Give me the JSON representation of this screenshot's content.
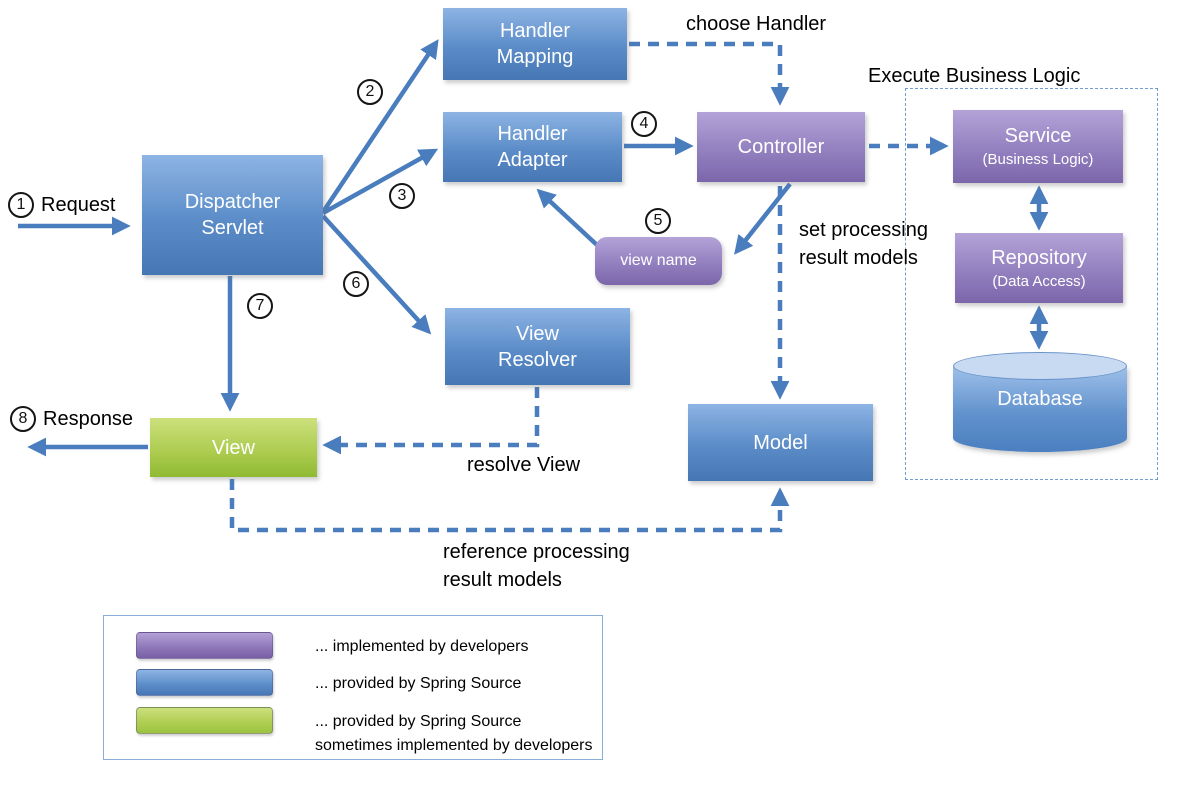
{
  "nodes": {
    "dispatcher_servlet": {
      "label": "Dispatcher\nServlet"
    },
    "handler_mapping": {
      "label": "Handler\nMapping"
    },
    "handler_adapter": {
      "label": "Handler\nAdapter"
    },
    "controller": {
      "label": "Controller"
    },
    "view_name": {
      "label": "view name"
    },
    "view_resolver": {
      "label": "View\nResolver"
    },
    "model": {
      "label": "Model"
    },
    "view": {
      "label": "View"
    },
    "service": {
      "title": "Service",
      "subtitle": "(Business Logic)"
    },
    "repository": {
      "title": "Repository",
      "subtitle": "(Data Access)"
    },
    "database": {
      "label": "Database"
    }
  },
  "annotations": {
    "choose_handler": "choose Handler",
    "execute_business_logic": "Execute Business Logic",
    "set_processing_result_models": "set processing\nresult models",
    "resolve_view": "resolve View",
    "reference_processing_result_models": "reference processing\nresult models"
  },
  "io": {
    "request": {
      "step": "1",
      "label": "Request"
    },
    "response": {
      "step": "8",
      "label": "Response"
    }
  },
  "steps": {
    "s2": "2",
    "s3": "3",
    "s4": "4",
    "s5": "5",
    "s6": "6",
    "s7": "7"
  },
  "legend": {
    "items": [
      {
        "swatch_color": "#8d76b8",
        "label": "... implemented by developers"
      },
      {
        "swatch_color": "#5b8cc8",
        "label": "... provided by Spring Source"
      },
      {
        "swatch_color": "#aecd52",
        "label": "... provided by Spring Source\nsometimes implemented by developers"
      }
    ]
  },
  "colors": {
    "spring_blue": "#4f81bd",
    "developer_purple": "#8468ae",
    "spring_green": "#9bc13c",
    "arrow_blue": "#4a7dbd",
    "frame_dash_blue": "#6f9fd2",
    "text": "#000000"
  }
}
